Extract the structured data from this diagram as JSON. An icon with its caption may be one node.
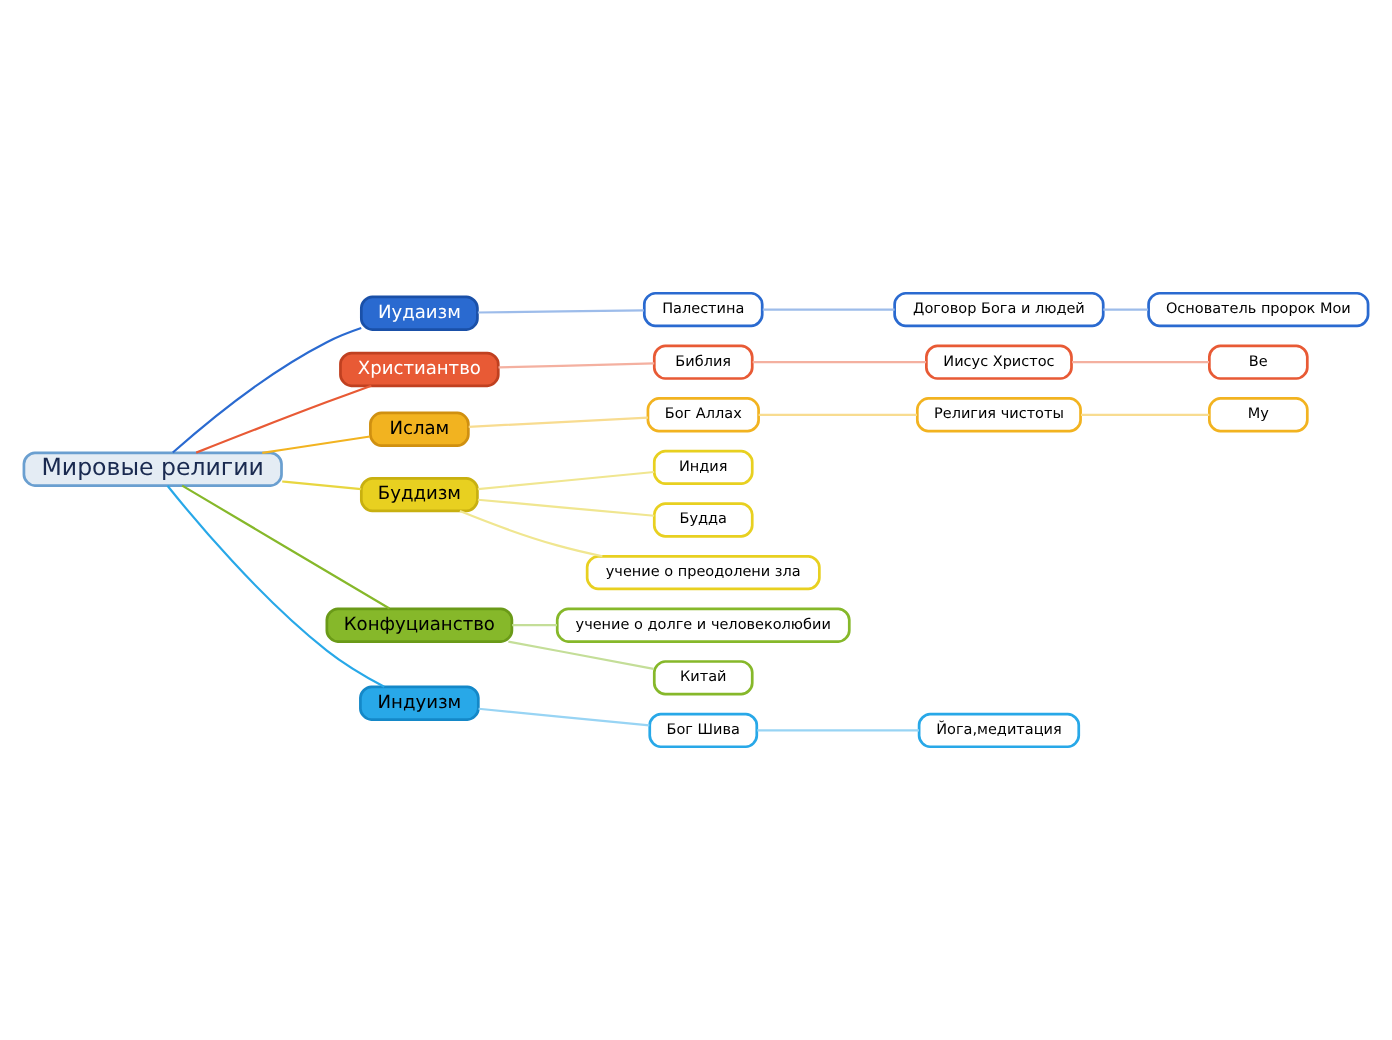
{
  "diagram": {
    "nodes": [
      {
        "text": [
          "Мировые религии"
        ]
      },
      {
        "text": [
          "Иудаизм"
        ]
      },
      {
        "text": [
          "Палестина"
        ]
      },
      {
        "text": [
          "Договор Бога и людей"
        ]
      },
      {
        "text": [
          "Основатель пророк Мои"
        ]
      },
      {
        "text": [
          "Христиантво"
        ]
      },
      {
        "text": [
          "Библия"
        ]
      },
      {
        "text": [
          "Иисус Христос"
        ]
      },
      {
        "text": [
          "Ве"
        ]
      },
      {
        "text": [
          "Ислам"
        ]
      },
      {
        "text": [
          "Бог Аллах"
        ]
      },
      {
        "text": [
          "Религия чистоты"
        ]
      },
      {
        "text": [
          "Му"
        ]
      },
      {
        "text": [
          "Буддизм"
        ]
      },
      {
        "text": [
          "Индия"
        ]
      },
      {
        "text": [
          "Будда"
        ]
      },
      {
        "text": [
          "учение о преодолени зла"
        ]
      },
      {
        "text": [
          "Конфуцианство"
        ]
      },
      {
        "text": [
          "учение о долге и человеколюбии"
        ]
      },
      {
        "text": [
          "Китай"
        ]
      },
      {
        "text": [
          "Индуизм"
        ]
      },
      {
        "text": [
          "Бог Шива"
        ]
      },
      {
        "text": [
          "Йога,медитация"
        ]
      }
    ],
    "edges": [
      {
        "from": 0,
        "to": 1,
        "arrow": "none",
        "color": "#2a6ad0"
      },
      {
        "from": 1,
        "to": 2,
        "arrow": "none",
        "color": "#9dbcea"
      },
      {
        "from": 2,
        "to": 3,
        "arrow": "none",
        "color": "#9dbcea"
      },
      {
        "from": 3,
        "to": 4,
        "arrow": "none",
        "color": "#9dbcea"
      },
      {
        "from": 0,
        "to": 5,
        "arrow": "none",
        "color": "#e85a35"
      },
      {
        "from": 5,
        "to": 6,
        "arrow": "none",
        "color": "#f4b0a0"
      },
      {
        "from": 6,
        "to": 7,
        "arrow": "none",
        "color": "#f4b0a0"
      },
      {
        "from": 7,
        "to": 8,
        "arrow": "none",
        "color": "#f4b0a0"
      },
      {
        "from": 0,
        "to": 9,
        "arrow": "none",
        "color": "#f2b320"
      },
      {
        "from": 9,
        "to": 10,
        "arrow": "none",
        "color": "#f8dc90"
      },
      {
        "from": 10,
        "to": 11,
        "arrow": "none",
        "color": "#f8dc90"
      },
      {
        "from": 11,
        "to": 12,
        "arrow": "none",
        "color": "#f8dc90"
      },
      {
        "from": 0,
        "to": 13,
        "arrow": "none",
        "color": "#e8d640"
      },
      {
        "from": 13,
        "to": 14,
        "arrow": "none",
        "color": "#f0e690"
      },
      {
        "from": 13,
        "to": 15,
        "arrow": "none",
        "color": "#f0e690"
      },
      {
        "from": 13,
        "to": 16,
        "arrow": "none",
        "color": "#f0e690"
      },
      {
        "from": 0,
        "to": 17,
        "arrow": "none",
        "color": "#86b82a"
      },
      {
        "from": 17,
        "to": 18,
        "arrow": "none",
        "color": "#c4de98"
      },
      {
        "from": 17,
        "to": 19,
        "arrow": "none",
        "color": "#c4de98"
      },
      {
        "from": 0,
        "to": 20,
        "arrow": "none",
        "color": "#28a8e8"
      },
      {
        "from": 20,
        "to": 21,
        "arrow": "none",
        "color": "#98d4f4"
      },
      {
        "from": 21,
        "to": 22,
        "arrow": "none",
        "color": "#98d4f4"
      }
    ]
  }
}
